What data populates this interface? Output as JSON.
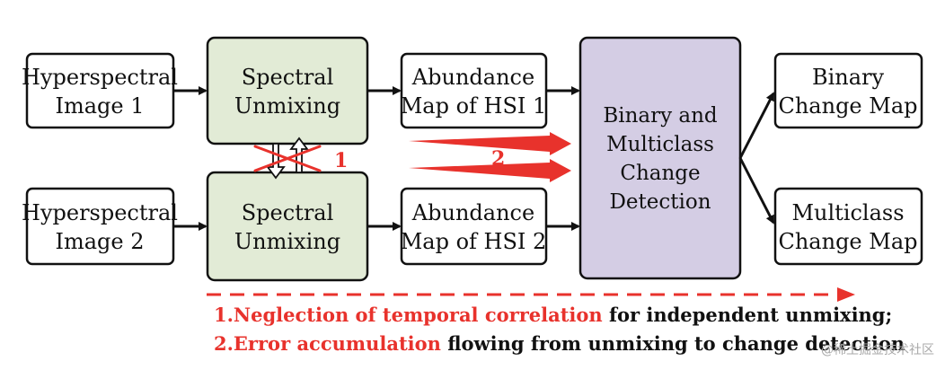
{
  "colors": {
    "box_fill": "#ffffff",
    "unmixing_fill": "#e2ebd6",
    "detection_fill": "#d4cde4",
    "stroke": "#111111",
    "accent_red": "#e8322c",
    "text": "#111111"
  },
  "inputs": [
    {
      "line1": "Hyperspectral",
      "line2": "Image 1"
    },
    {
      "line1": "Hyperspectral",
      "line2": "Image 2"
    }
  ],
  "unmixing": [
    {
      "line1": "Spectral",
      "line2": "Unmixing"
    },
    {
      "line1": "Spectral",
      "line2": "Unmixing"
    }
  ],
  "abundance": [
    {
      "line1": "Abundance",
      "line2": "Map of HSI 1"
    },
    {
      "line1": "Abundance",
      "line2": "Map of HSI 2"
    }
  ],
  "detection": {
    "line1": "Binary and",
    "line2": "Multiclass",
    "line3": "Change",
    "line4": "Detection"
  },
  "outputs": [
    {
      "line1": "Binary",
      "line2": "Change Map"
    },
    {
      "line1": "Multiclass",
      "line2": "Change Map"
    }
  ],
  "markers": {
    "one": "1",
    "two": "2"
  },
  "notes": [
    {
      "prefix": "1.Neglection of temporal correlation",
      "suffix": " for independent unmixing;"
    },
    {
      "prefix": "2.Error accumulation",
      "suffix": " flowing from unmixing to change detection"
    }
  ],
  "watermark": "@稀土掘金技术社区"
}
